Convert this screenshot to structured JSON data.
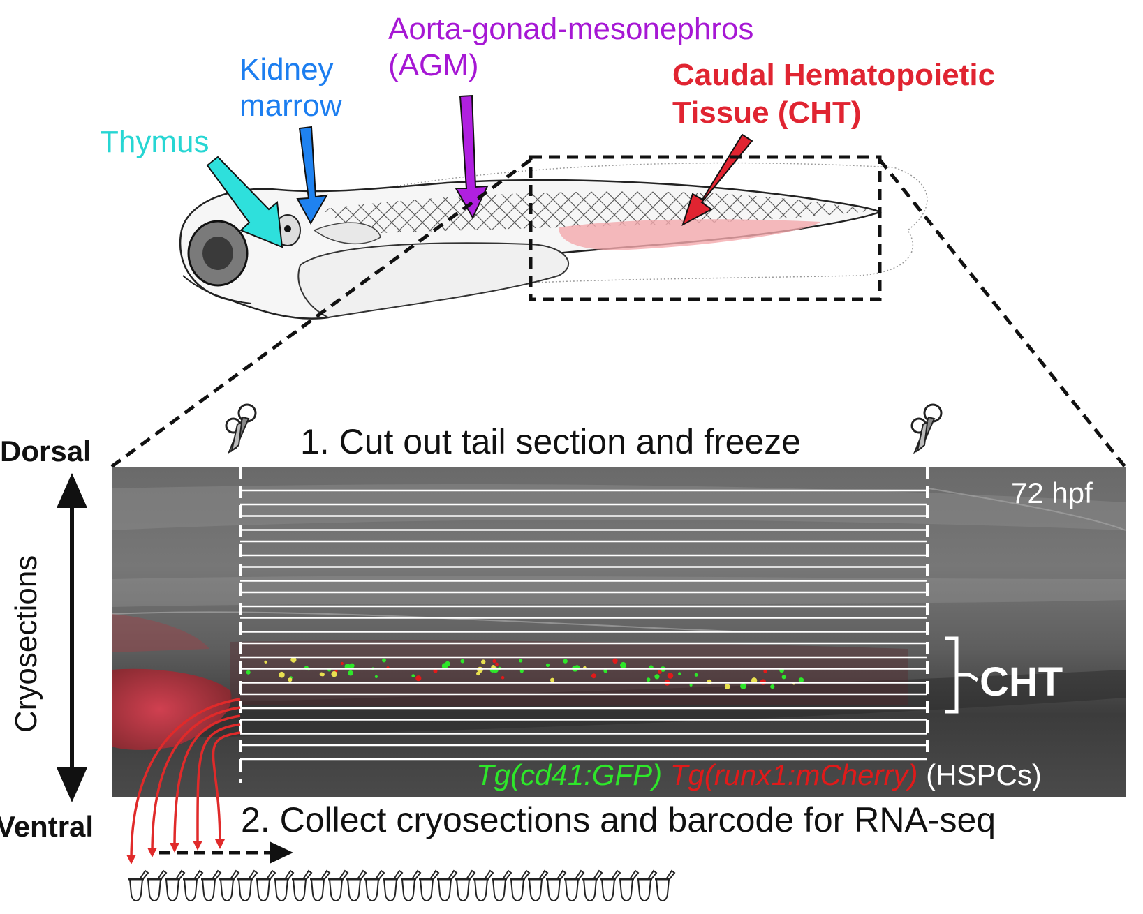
{
  "labels": {
    "thymus": "Thymus",
    "kidney_marrow": [
      "Kidney",
      "marrow"
    ],
    "agm": [
      "Aorta-gonad-mesonephros",
      "(AGM)"
    ],
    "cht_top": [
      "Caudal Hematopoietic",
      "Tissue (CHT)"
    ],
    "step1": "1. Cut out tail section and freeze",
    "step2": "2. Collect cryosections and barcode for RNA-seq",
    "dorsal": "Dorsal",
    "ventral": "Ventral",
    "cryosections": "Cryosections",
    "stage": "72 hpf",
    "cht_inner": "CHT",
    "legend_green": "Tg(cd41:GFP)",
    "legend_red": "Tg(runx1:mCherry)",
    "legend_white": "(HSPCs)"
  },
  "colors": {
    "thymus": "#27d6d3",
    "kidney": "#1c7ef0",
    "agm": "#a617d4",
    "cht": "#e02431",
    "gfp": "#2ee62a",
    "mcherry": "#e01a1a"
  },
  "icons": {
    "scissors": "scissors-icon",
    "tube": "tube-icon"
  },
  "counts": {
    "tubes": 30
  }
}
